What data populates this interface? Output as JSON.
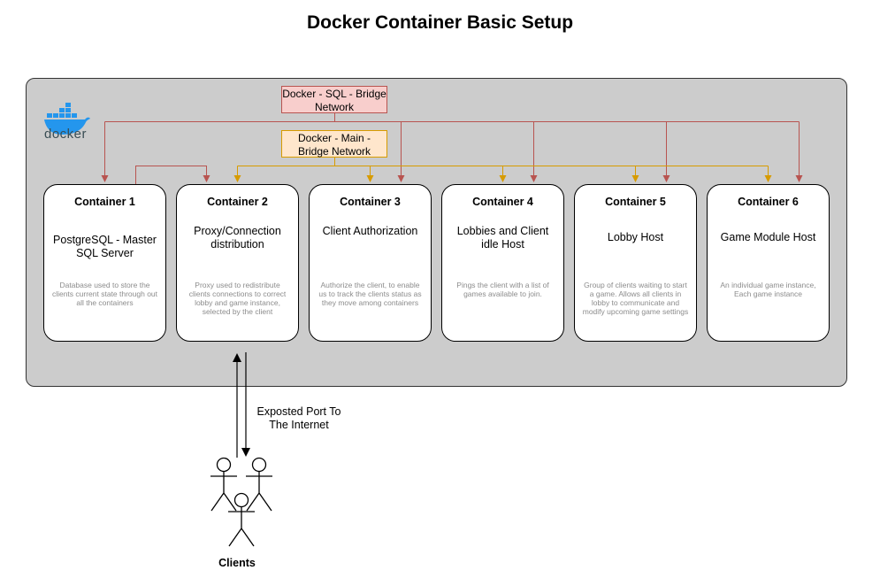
{
  "title": "Docker Container Basic Setup",
  "docker_logo_text": "docker",
  "networks": {
    "sql": {
      "label": "Docker - SQL - Bridge Network",
      "color": "#b85450"
    },
    "main": {
      "label": "Docker - Main - Bridge Network",
      "color": "#d79b00"
    }
  },
  "containers": [
    {
      "title": "Container 1",
      "role": "PostgreSQL - Master SQL Server",
      "description": "Database used to store the clients current state through out all the containers"
    },
    {
      "title": "Container 2",
      "role": "Proxy/Connection distribution",
      "description": "Proxy used to redistribute clients connections to correct lobby and game instance, selected by the client"
    },
    {
      "title": "Container 3",
      "role": "Client Authorization",
      "description": "Authorize the client, to enable us to track the clients status as they move among containers"
    },
    {
      "title": "Container 4",
      "role": "Lobbies and Client idle Host",
      "description": "Pings the client with a list of games available to join."
    },
    {
      "title": "Container 5",
      "role": "Lobby Host",
      "description": "Group of clients waiting to start a game. Allows all clients in lobby to communicate and modify upcoming game settings"
    },
    {
      "title": "Container 6",
      "role": "Game Module Host",
      "description": "An individual game instance, Each game instance"
    }
  ],
  "port_label": "Exposted Port To The Internet",
  "clients_label": "Clients"
}
